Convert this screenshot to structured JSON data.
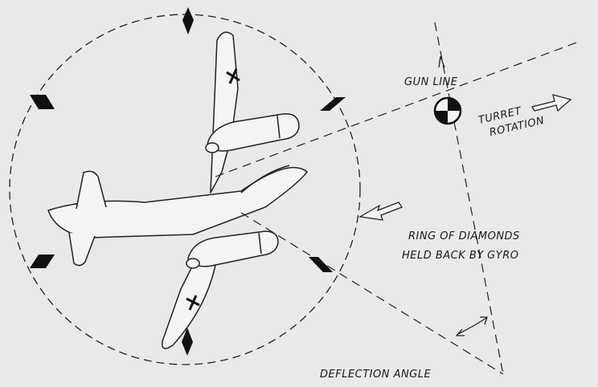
{
  "labels": {
    "gun_line": "GUN LINE",
    "turret_rotation_line1": "TURRET",
    "turret_rotation_line2": "ROTATION",
    "ring_line1": "RING OF DIAMONDS",
    "ring_line2": "HELD BACK BY GYRO",
    "deflection_angle": "DEFLECTION ANGLE"
  },
  "icons": {
    "aircraft": "twin-engine-jet-aircraft-icon",
    "turret": "turret-quartered-circle-icon",
    "diamond": "reticle-diamond-icon",
    "cross": "balkenkreuz-icon"
  },
  "colors": {
    "background": "#e9e9e7",
    "ink": "#1a1a1a"
  }
}
